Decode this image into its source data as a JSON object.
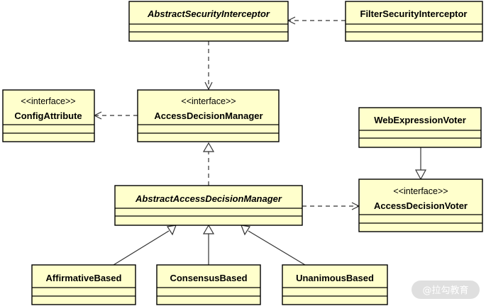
{
  "colors": {
    "box_fill": "#ffffcc",
    "box_stroke": "#000000",
    "edge": "#333333",
    "watermark_bg": "#d9d9d9"
  },
  "classes": {
    "abstract_security_interceptor": {
      "name": "AbstractSecurityInterceptor",
      "abstract": true
    },
    "filter_security_interceptor": {
      "name": "FilterSecurityInterceptor"
    },
    "config_attribute": {
      "stereotype": "<<interface>>",
      "name": "ConfigAttribute"
    },
    "access_decision_manager": {
      "stereotype": "<<interface>>",
      "name": "AccessDecisionManager"
    },
    "web_expression_voter": {
      "name": "WebExpressionVoter"
    },
    "abstract_access_decision_manager": {
      "name": "AbstractAccessDecisionManager",
      "abstract": true
    },
    "access_decision_voter": {
      "stereotype": "<<interface>>",
      "name": "AccessDecisionVoter"
    },
    "affirmative_based": {
      "name": "AffirmativeBased"
    },
    "consensus_based": {
      "name": "ConsensusBased"
    },
    "unanimous_based": {
      "name": "UnanimousBased"
    }
  },
  "watermark": {
    "text": "@拉勾教育"
  }
}
